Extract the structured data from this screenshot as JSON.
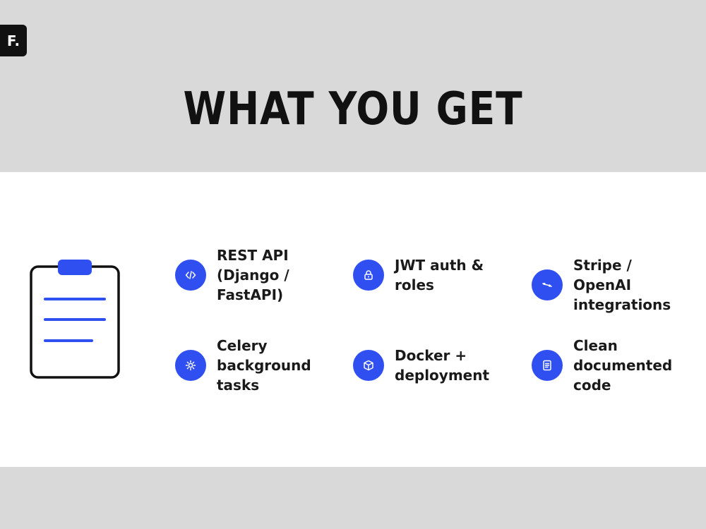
{
  "logo": {
    "text": "F."
  },
  "title": "WHAT YOU GET",
  "colors": {
    "accent": "#2f4ff0",
    "ink": "#111111",
    "band": "#d9d9d9",
    "panel": "#ffffff"
  },
  "illustration": {
    "icon": "clipboard-icon"
  },
  "features": [
    {
      "label": "REST API (Django / FastAPI)",
      "icon": "code-icon"
    },
    {
      "label": "JWT auth & roles",
      "icon": "lock-icon"
    },
    {
      "label": "Stripe / OpenAI integrations",
      "icon": "link-icon"
    },
    {
      "label": "Celery background tasks",
      "icon": "gear-icon"
    },
    {
      "label": "Docker + deployment",
      "icon": "box-icon"
    },
    {
      "label": "Clean documented code",
      "icon": "document-icon"
    }
  ]
}
